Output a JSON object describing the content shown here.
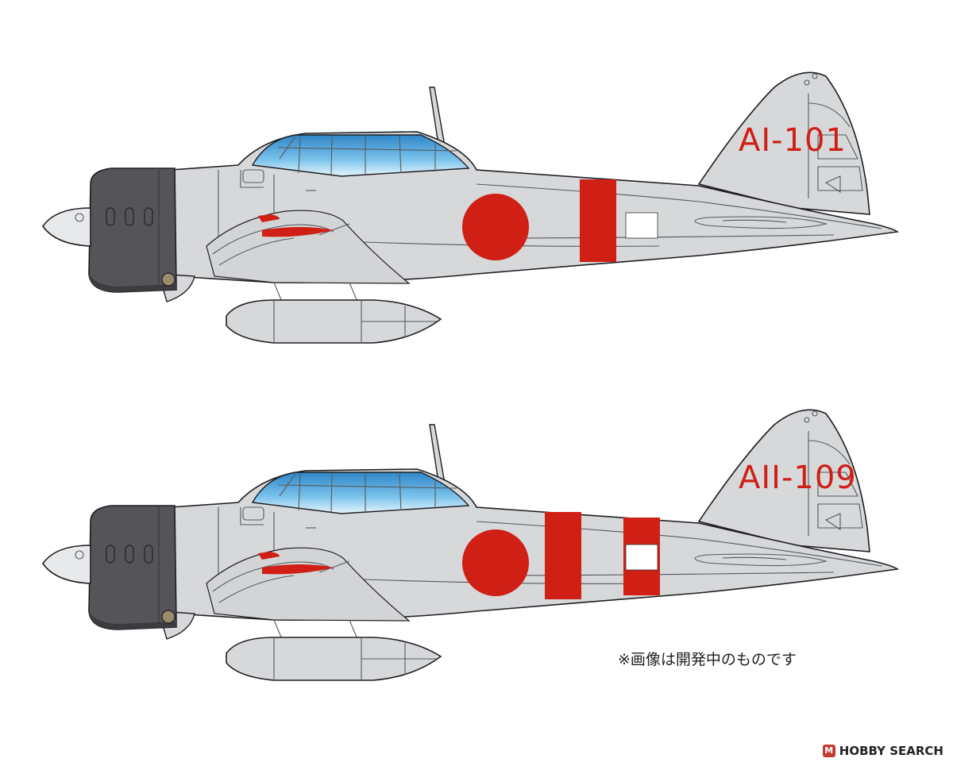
{
  "illustrations": [
    {
      "tail_code": "AI-101",
      "fuselage_bands": 1
    },
    {
      "tail_code": "AII-109",
      "fuselage_bands": 2
    }
  ],
  "note": "※画像は開発中のものです",
  "watermark": {
    "brand": "HOBBY SEARCH"
  },
  "colors": {
    "airframe": "#d6d8da",
    "cowling": "#545459",
    "hinomaru": "#d01f14",
    "canopy": "#3f9fd6",
    "background": "#ffffff"
  }
}
